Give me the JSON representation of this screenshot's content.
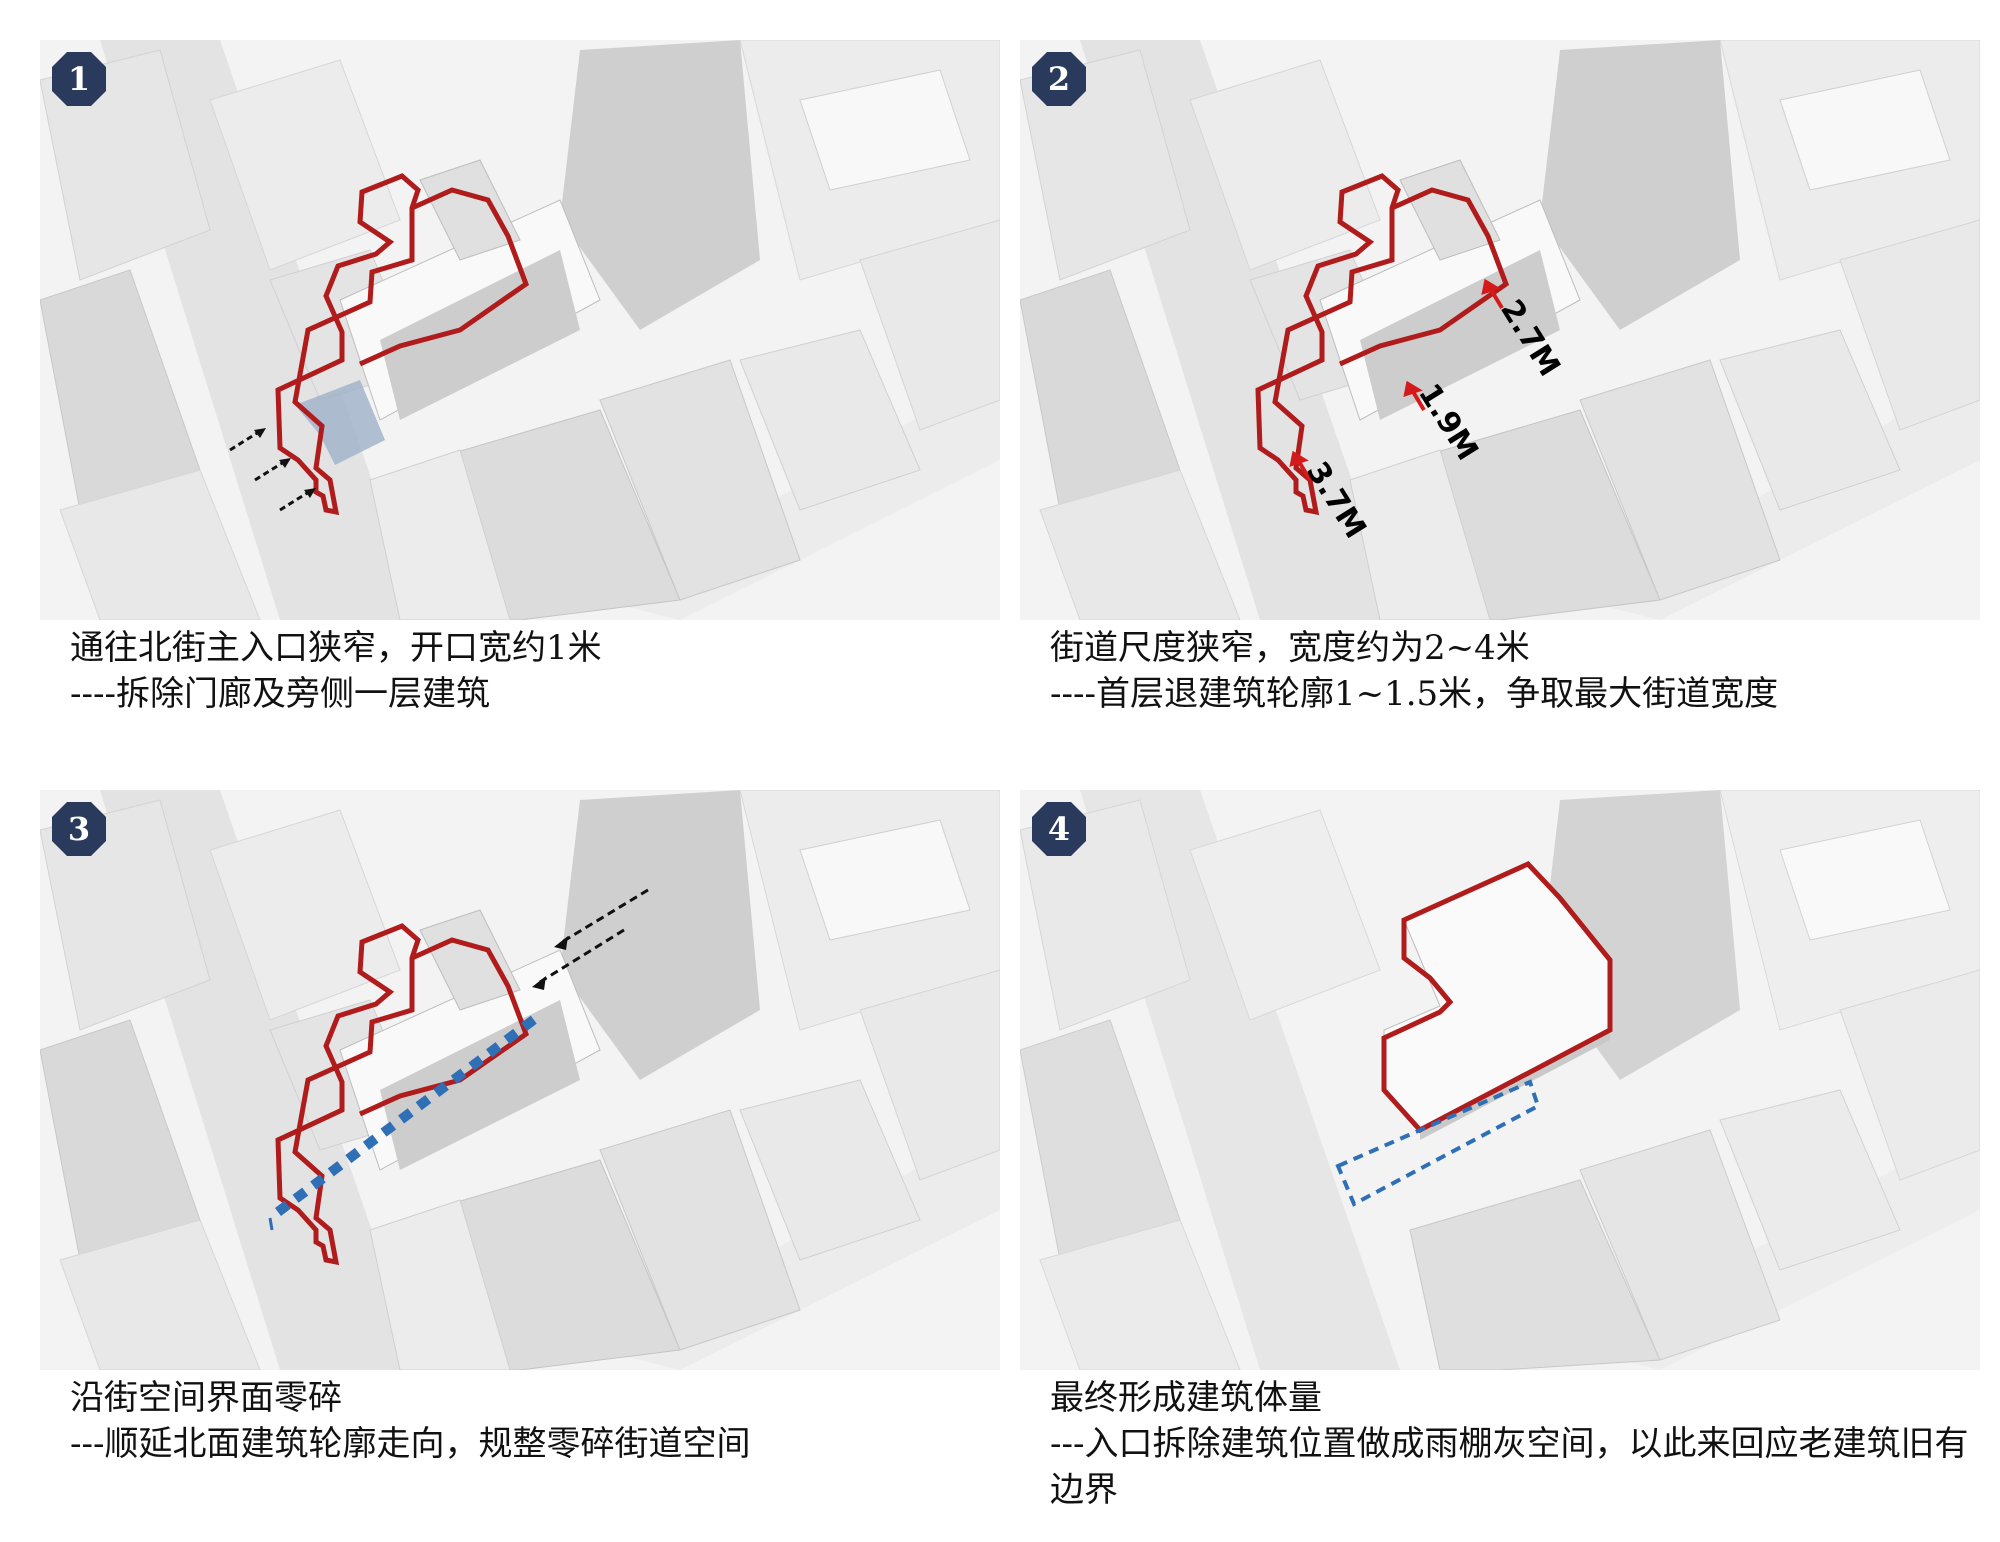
{
  "colors": {
    "outline": "#b01c1c",
    "badge": "#2a3a5c",
    "dotted_path": "#2f6fb6",
    "shade_fill": "#9fb0c8"
  },
  "panels": [
    {
      "number": "1",
      "caption_line1": "通往北街主入口狭窄，开口宽约1米",
      "caption_line2": "----拆除门廊及旁侧一层建筑"
    },
    {
      "number": "2",
      "caption_line1": "街道尺度狭窄，宽度约为2~4米",
      "caption_line2": "----首层退建筑轮廓1~1.5米，争取最大街道宽度",
      "dimensions": [
        "2.7M",
        "1.9M",
        "3.7M"
      ]
    },
    {
      "number": "3",
      "caption_line1": "沿街空间界面零碎",
      "caption_line2": "---顺延北面建筑轮廓走向，规整零碎街道空间"
    },
    {
      "number": "4",
      "caption_line1": "最终形成建筑体量",
      "caption_line2": "---入口拆除建筑位置做成雨棚灰空间，以此来回应老建筑旧有边界"
    }
  ]
}
